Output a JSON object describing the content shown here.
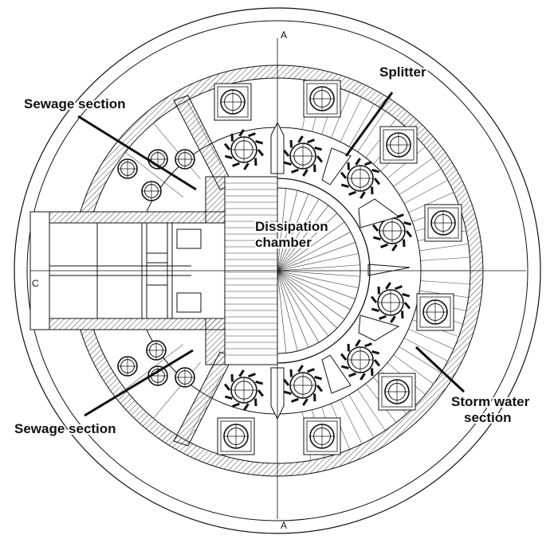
{
  "labels": {
    "sewage_section_top": "Sewage section",
    "sewage_section_bottom": "Sewage section",
    "splitter": "Splitter",
    "dissipation_line1": "Dissipation",
    "dissipation_line2": "chamber",
    "storm_line1": "Storm water",
    "storm_line2": "section"
  },
  "axis_markers": {
    "top": "A",
    "bottom": "A",
    "left": "C"
  },
  "colors": {
    "line": "#111111",
    "hatch": "#444444",
    "background": "#ffffff"
  }
}
